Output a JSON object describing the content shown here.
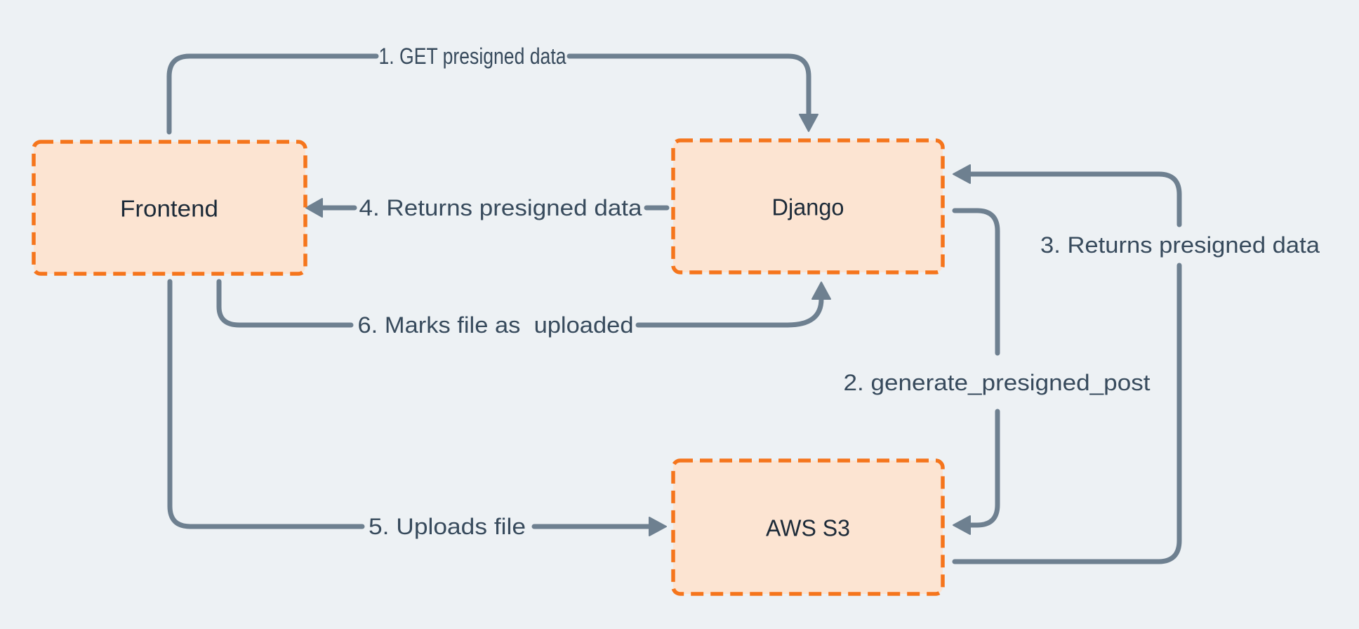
{
  "diagram": {
    "type": "flow-diagram",
    "background_color": "#edf1f4",
    "node_fill_color": "#fce4d2",
    "node_border_color": "#f5751c",
    "node_text_color": "#1c2a38",
    "connector_color": "#6e8090",
    "flow_label_color": "#374a5c"
  },
  "nodes": [
    {
      "id": "frontend",
      "label": "Frontend"
    },
    {
      "id": "django",
      "label": "Django"
    },
    {
      "id": "aws-s3",
      "label": "AWS S3"
    }
  ],
  "flows": [
    {
      "step": 1,
      "label": "1. GET presigned data",
      "from": "Frontend",
      "to": "Django"
    },
    {
      "step": 2,
      "label": "2. generate_presigned_post",
      "from": "Django",
      "to": "AWS S3"
    },
    {
      "step": 3,
      "label": "3. Returns presigned data",
      "from": "AWS S3",
      "to": "Django"
    },
    {
      "step": 4,
      "label": "4. Returns presigned data",
      "from": "Django",
      "to": "Frontend"
    },
    {
      "step": 5,
      "label": "5. Uploads file",
      "from": "Frontend",
      "to": "AWS S3"
    },
    {
      "step": 6,
      "label": "6. Marks file as  uploaded",
      "from": "Frontend",
      "to": "Django"
    }
  ]
}
